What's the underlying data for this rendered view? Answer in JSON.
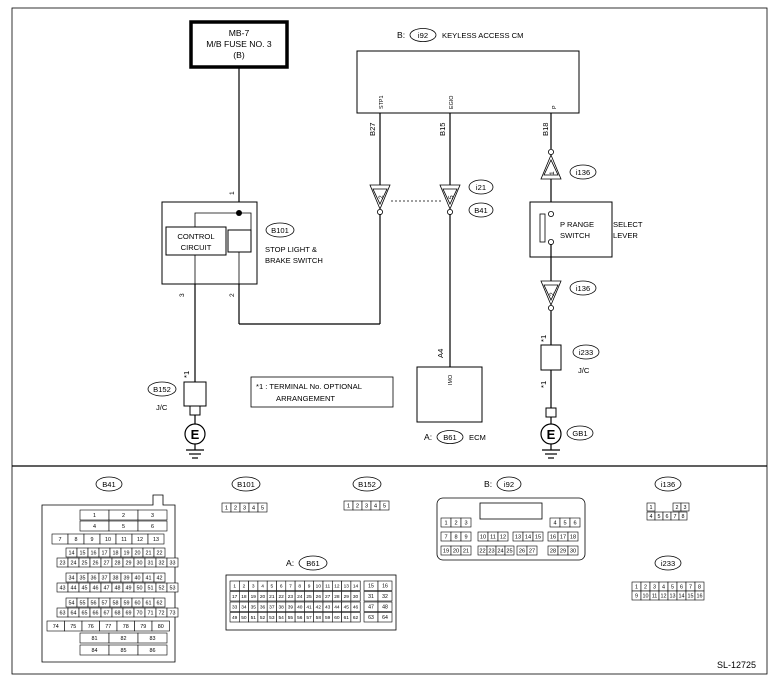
{
  "fuse": {
    "line1": "MB-7",
    "line2": "M/B FUSE NO. 3",
    "line3": "(B)"
  },
  "keyless": {
    "prefix": "B:",
    "code": "i92",
    "label": "KEYLESS ACCESS CM",
    "pin_stp1": "STP1",
    "pin_egio": "EGIO",
    "pin_p": "P"
  },
  "terminals": {
    "b27": "B27",
    "b15": "B15",
    "b18": "B18",
    "a4": "A4",
    "n1": "1",
    "n3": "3",
    "n2": "2",
    "imo": "IMO",
    "star1a": "*1",
    "star1b": "*1",
    "star1c": "*1"
  },
  "connectors": {
    "c2": "2",
    "c5": "5",
    "i21": "i21",
    "b41": "B41",
    "i136a": "i136",
    "i136b": "i136",
    "a1": "1",
    "a2": "2",
    "b101": "B101",
    "b152": "B152",
    "jc1": "J/C",
    "i233": "i233",
    "jc2": "J/C",
    "gb1": "GB1",
    "e1": "E",
    "e2": "E"
  },
  "switch": {
    "ctrl1": "CONTROL",
    "ctrl2": "CIRCUIT",
    "name1": "STOP LIGHT &",
    "name2": "BRAKE SWITCH"
  },
  "prange": {
    "line1": "P RANGE",
    "line2": "SWITCH",
    "sel1": "SELECT",
    "sel2": "LEVER"
  },
  "note": {
    "line1": "*1  : TERMINAL No. OPTIONAL",
    "line2": "ARRANGEMENT"
  },
  "ecm": {
    "prefix": "A:",
    "code": "B61",
    "label": "ECM"
  },
  "views": {
    "b41": "B41",
    "b101": "B101",
    "b152": "B152",
    "i92_prefix": "B:",
    "i92": "i92",
    "i136": "i136",
    "b61_prefix": "A:",
    "b61": "B61",
    "i233": "i233"
  },
  "pins": {
    "b41": [
      [
        "1",
        "2",
        "3"
      ],
      [
        "4",
        "5",
        "6"
      ],
      [
        "7",
        "8",
        "9",
        "10",
        "11",
        "12",
        "13"
      ],
      [
        "14",
        "15",
        "16",
        "17",
        "18",
        "19",
        "20",
        "21",
        "22"
      ],
      [
        "23",
        "24",
        "25",
        "26",
        "27",
        "28",
        "29",
        "30",
        "31",
        "32",
        "33"
      ],
      [
        "34",
        "35",
        "36",
        "37",
        "38",
        "39",
        "40",
        "41",
        "42"
      ],
      [
        "43",
        "44",
        "45",
        "46",
        "47",
        "48",
        "49",
        "50",
        "51",
        "52",
        "53"
      ],
      [
        "54",
        "55",
        "56",
        "57",
        "58",
        "59",
        "60",
        "61",
        "62"
      ],
      [
        "63",
        "64",
        "65",
        "66",
        "67",
        "68",
        "69",
        "70",
        "71",
        "72",
        "73"
      ],
      [
        "74",
        "75",
        "76",
        "77",
        "78",
        "79",
        "80"
      ],
      [
        "81",
        "82",
        "83"
      ],
      [
        "84",
        "85",
        "86"
      ]
    ],
    "b101": [
      "1",
      "2",
      "3",
      "4",
      "5"
    ],
    "b152": [
      "1",
      "2",
      "3",
      "4",
      "5"
    ],
    "i92": {
      "r1l": [
        "1",
        "2",
        "3"
      ],
      "r1r": [
        "4",
        "5",
        "6"
      ],
      "r2a": [
        "7",
        "8",
        "9"
      ],
      "r2b": [
        "10",
        "11",
        "12"
      ],
      "r2c": [
        "13",
        "14",
        "15"
      ],
      "r2d": [
        "16",
        "17",
        "18"
      ],
      "r3a": [
        "19",
        "20",
        "21"
      ],
      "r3b": [
        "22",
        "23",
        "24",
        "25"
      ],
      "r3c": [
        "26",
        "27"
      ],
      "r3d": [
        "28",
        "29",
        "30"
      ]
    },
    "i136": {
      "r1": [
        "1",
        "2",
        "3"
      ],
      "r2": [
        "4",
        "5",
        "6",
        "7",
        "8"
      ]
    },
    "b61": [
      [
        "1",
        "2",
        "3",
        "4",
        "5",
        "6",
        "7",
        "8",
        "9",
        "10",
        "11",
        "12",
        "13",
        "14",
        "15",
        "16"
      ],
      [
        "17",
        "18",
        "19",
        "20",
        "21",
        "22",
        "23",
        "24",
        "25",
        "26",
        "27",
        "28",
        "29",
        "30",
        "31",
        "32"
      ],
      [
        "33",
        "34",
        "35",
        "36",
        "37",
        "38",
        "39",
        "40",
        "41",
        "42",
        "43",
        "44",
        "45",
        "46",
        "47",
        "48"
      ],
      [
        "49",
        "50",
        "51",
        "52",
        "53",
        "54",
        "55",
        "56",
        "57",
        "58",
        "59",
        "60",
        "61",
        "62",
        "63",
        "64"
      ]
    ],
    "i233": {
      "r1": [
        "1",
        "2",
        "3",
        "4",
        "5",
        "6",
        "7",
        "8"
      ],
      "r2": [
        "9",
        "10",
        "11",
        "12",
        "13",
        "14",
        "15",
        "16"
      ]
    }
  },
  "figure_id": "SL-12725"
}
